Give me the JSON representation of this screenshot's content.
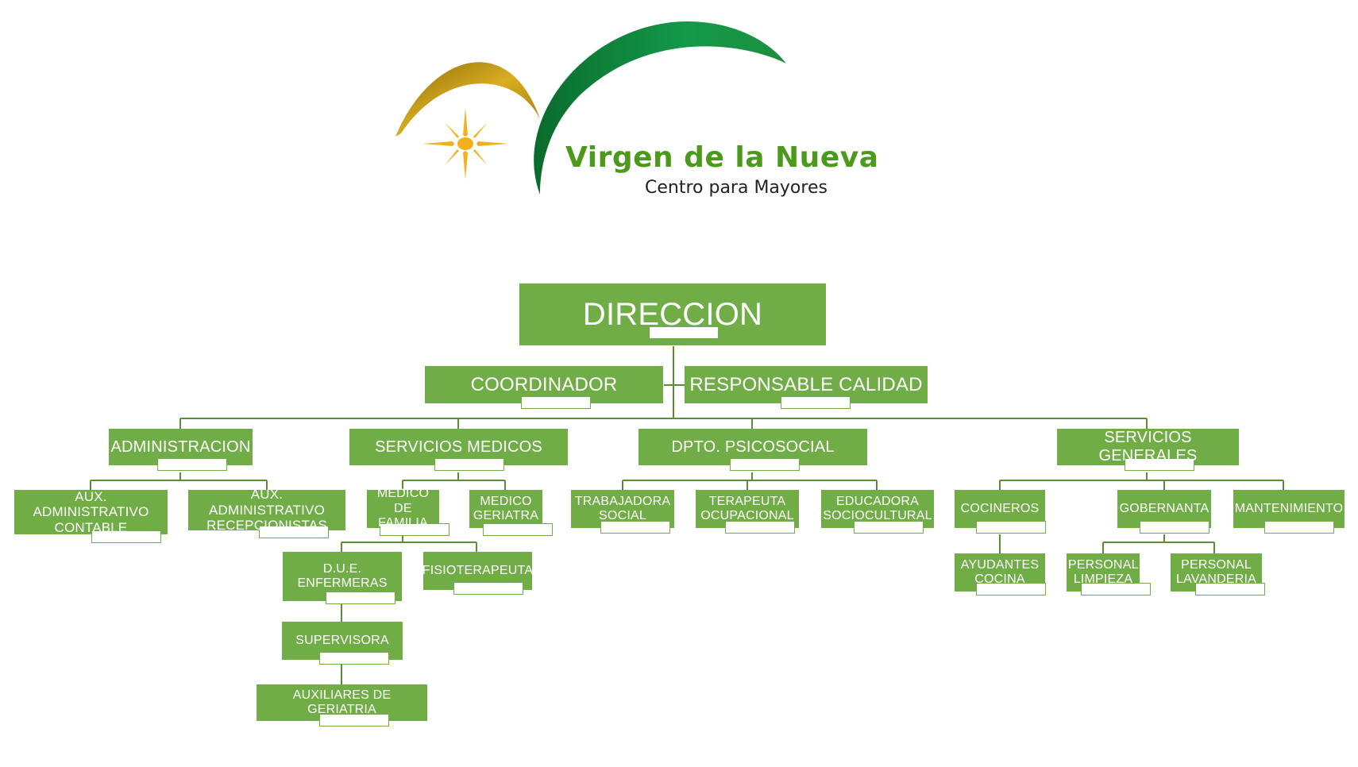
{
  "logo": {
    "name": "Virgen de la Nueva",
    "tagline": "Centro para Mayores",
    "colors": {
      "gold": "#c79a12",
      "green": "#0f8a3c",
      "sun": "#f2b11a",
      "text": "#4b9a1c"
    }
  },
  "theme": {
    "box": "#70ad47",
    "line": "#5a8f34",
    "text": "#ffffff"
  },
  "chart": {
    "direccion": "DIRECCION",
    "coordinador": "COORDINADOR",
    "responsable_calidad": "RESPONSABLE CALIDAD",
    "administracion": "ADMINISTRACION",
    "aux_contable": "AUX. ADMINISTRATIVO CONTABLE",
    "aux_recepcionistas": "AUX. ADMINISTRATIVO RECEPCIONISTAS",
    "servicios_medicos": "SERVICIOS MEDICOS",
    "medico_familia": "MEDICO DE FAMILIA",
    "medico_geriatra": "MEDICO GERIATRA",
    "due_enfermeras": "D.U.E. ENFERMERAS",
    "fisioterapeuta": "FISIOTERAPEUTA",
    "supervisora": "SUPERVISORA",
    "auxiliares_geriatria": "AUXILIARES DE GERIATRIA",
    "dpto_psicosocial": "DPTO. PSICOSOCIAL",
    "trabajadora_social": "TRABAJADORA SOCIAL",
    "terapeuta_ocupacional": "TERAPEUTA OCUPACIONAL",
    "educadora_sociocultural": "EDUCADORA SOCIOCULTURAL",
    "servicios_generales": "SERVICIOS GENERALES",
    "cocineros": "COCINEROS",
    "ayudantes_cocina": "AYUDANTES COCINA",
    "gobernanta": "GOBERNANTA",
    "personal_limpieza": "PERSONAL LIMPIEZA",
    "personal_lavanderia": "PERSONAL LAVANDERIA",
    "mantenimiento": "MANTENIMIENTO"
  }
}
